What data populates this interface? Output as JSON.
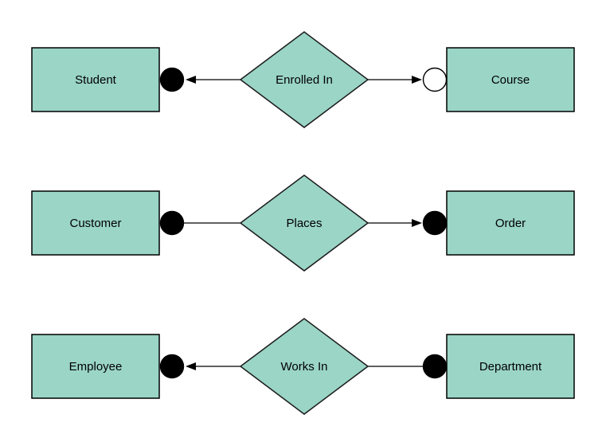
{
  "diagram": {
    "type": "entity-relationship-diagram",
    "colors": {
      "canvas_bg": "#ffffff",
      "shape_fill": "#9AD5C6",
      "shape_stroke": "#000000",
      "connector": "#000000",
      "terminal_filled": "#000000",
      "terminal_open": "#ffffff"
    },
    "rows": [
      {
        "left_entity": {
          "label": "Student"
        },
        "relationship": {
          "label": "Enrolled In"
        },
        "right_entity": {
          "label": "Course"
        },
        "left_connector": {
          "terminal": "filled-circle",
          "terminal_fill": "#000000",
          "arrowhead_direction": "left"
        },
        "right_connector": {
          "terminal": "open-circle",
          "terminal_fill": "#ffffff",
          "arrowhead_direction": "right"
        }
      },
      {
        "left_entity": {
          "label": "Customer"
        },
        "relationship": {
          "label": "Places"
        },
        "right_entity": {
          "label": "Order"
        },
        "left_connector": {
          "terminal": "filled-circle",
          "terminal_fill": "#000000",
          "arrowhead_direction": "none"
        },
        "right_connector": {
          "terminal": "filled-circle",
          "terminal_fill": "#000000",
          "arrowhead_direction": "right"
        }
      },
      {
        "left_entity": {
          "label": "Employee"
        },
        "relationship": {
          "label": "Works In"
        },
        "right_entity": {
          "label": "Department"
        },
        "left_connector": {
          "terminal": "filled-circle",
          "terminal_fill": "#000000",
          "arrowhead_direction": "left"
        },
        "right_connector": {
          "terminal": "filled-circle",
          "terminal_fill": "#000000",
          "arrowhead_direction": "none"
        }
      }
    ]
  }
}
